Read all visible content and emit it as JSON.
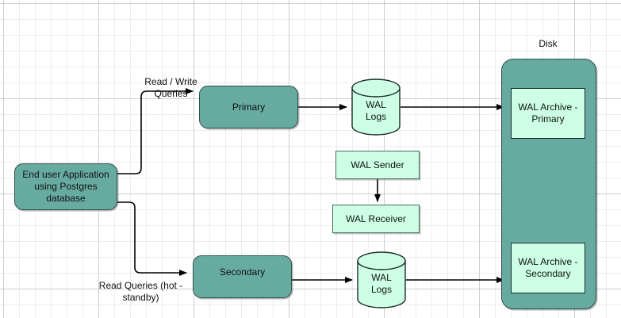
{
  "diagram": {
    "title_label": "Disk",
    "nodes": {
      "end_user": {
        "line1": "End user Application",
        "line2": "using Postgres database"
      },
      "primary": {
        "label": "Primary"
      },
      "secondary": {
        "label": "Secondary"
      },
      "wal_logs_top": {
        "line1": "WAL",
        "line2": "Logs"
      },
      "wal_logs_bottom": {
        "line1": "WAL",
        "line2": "Logs"
      },
      "wal_sender": {
        "label": "WAL Sender"
      },
      "wal_receiver": {
        "label": "WAL Receiver"
      },
      "wal_archive_primary": {
        "line1": "WAL Archive -",
        "line2": "Primary"
      },
      "wal_archive_secondary": {
        "line1": "WAL Archive -",
        "line2": "Secondary"
      }
    },
    "edge_labels": {
      "read_write": {
        "line1": "Read / Write",
        "line2": "Queries"
      },
      "read_queries": {
        "line1": "Read Queries (hot -",
        "line2": "standby)"
      }
    },
    "colors": {
      "teal_fill": "#67ABA0",
      "teal_stroke": "#2F4F4A",
      "mint_fill": "#CCFFE6",
      "mint_stroke": "#4D6660",
      "edge_stroke": "#000000",
      "text": "#111111",
      "background": "#FFFFFF",
      "grid_minor": "#D2D2DA",
      "grid_major": "#B4B4BE"
    }
  }
}
